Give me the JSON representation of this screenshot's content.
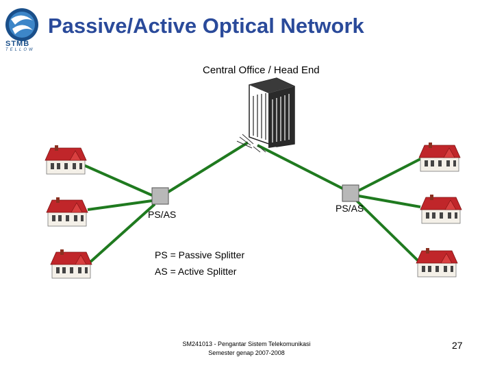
{
  "slide": {
    "title": "Passive/Active Optical Network",
    "logo_text": "STMB",
    "logo_subtext": "TELLOW",
    "central_office_label": "Central Office / Head End",
    "splitter_left_label": "PS/AS",
    "splitter_right_label": "PS/AS",
    "legend": {
      "passive": "PS = Passive Splitter",
      "active": "AS = Active Splitter"
    },
    "footer": {
      "line1": "SM241013 - Pengantar Sistem Telekomunikasi",
      "line2": "Semester genap 2007-2008"
    },
    "page_number": "27"
  },
  "colors": {
    "title": "#2a4a9a",
    "fiber_link": "#1f7a1f",
    "roof": "#c0262a",
    "splitter": "#b8b8b8",
    "building": "#333333"
  },
  "icons": {
    "logo": "stmb-logo",
    "central_office": "office-building-icon",
    "splitter": "splitter-box-icon",
    "house": "house-icon"
  }
}
